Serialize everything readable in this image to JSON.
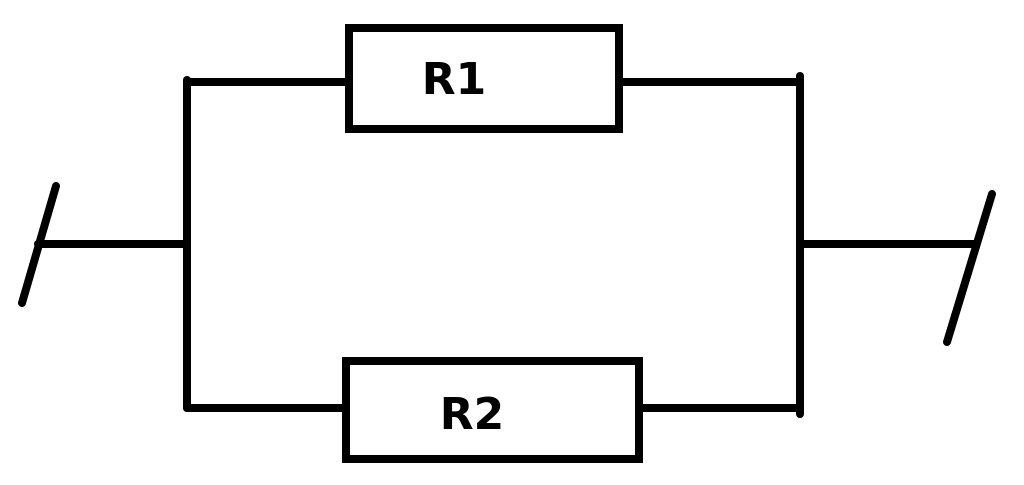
{
  "diagram": {
    "type": "circuit",
    "topology": "parallel",
    "components": [
      {
        "id": "r1",
        "kind": "resistor",
        "label": "R1",
        "branch": "top"
      },
      {
        "id": "r2",
        "kind": "resistor",
        "label": "R2",
        "branch": "bottom"
      }
    ],
    "terminals": [
      {
        "id": "left",
        "kind": "terminal"
      },
      {
        "id": "right",
        "kind": "terminal"
      }
    ],
    "colors": {
      "line": "#000000",
      "background": "#ffffff"
    }
  }
}
